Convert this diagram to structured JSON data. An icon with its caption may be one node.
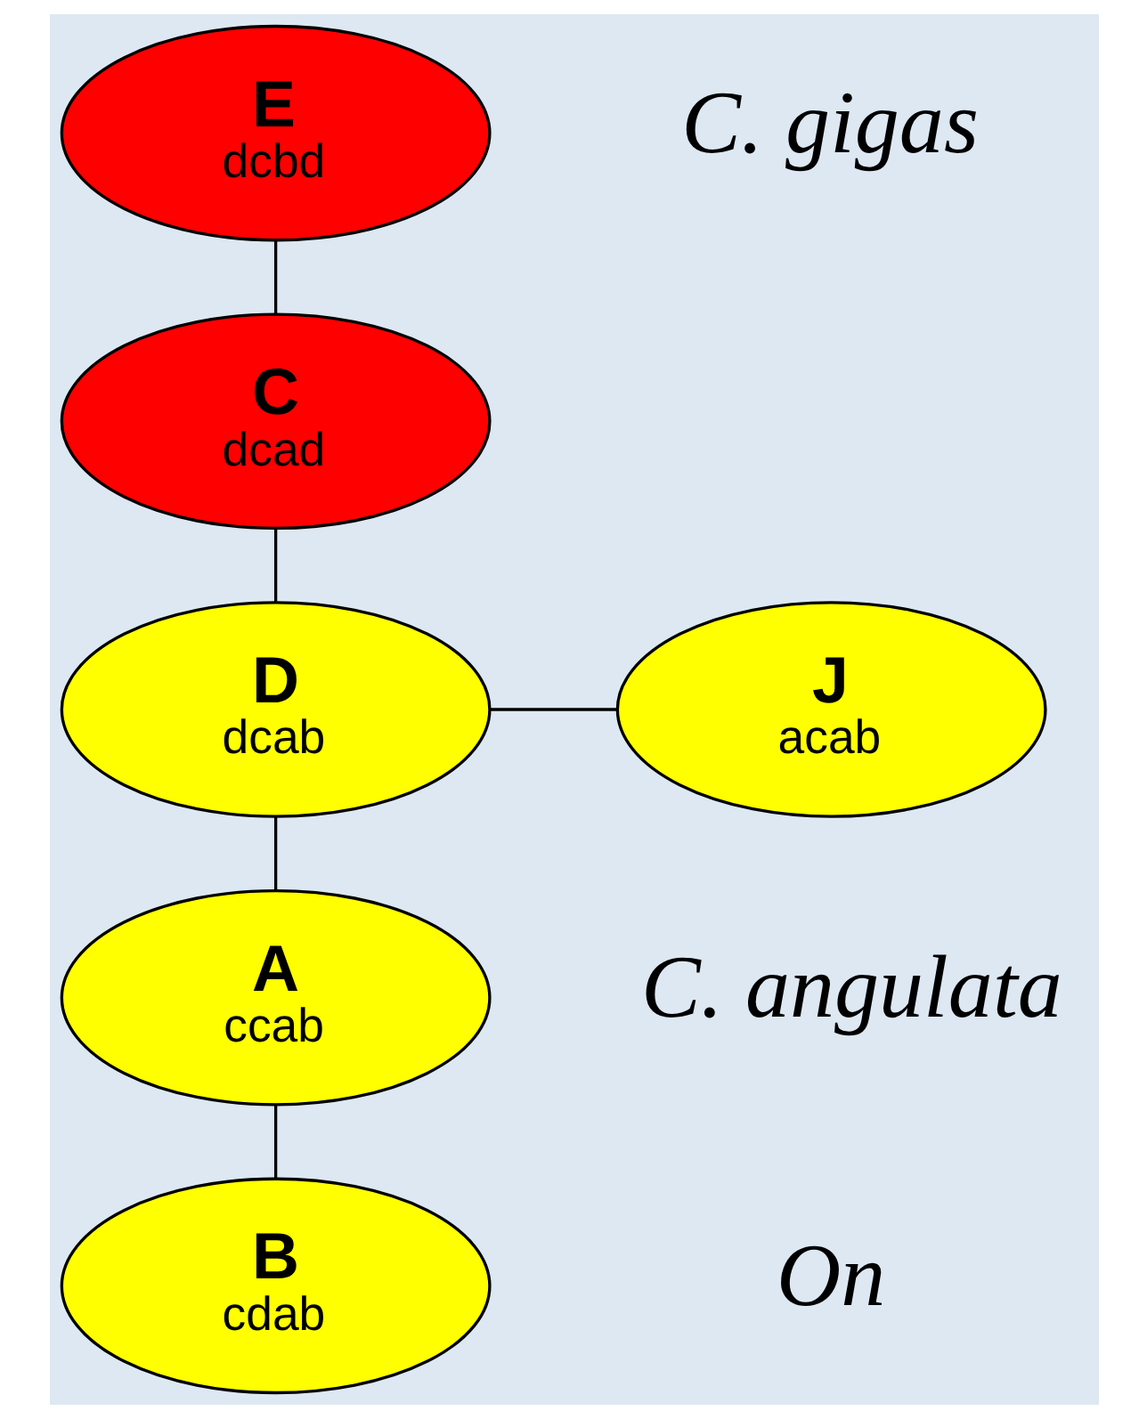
{
  "diagram": {
    "nodes": [
      {
        "text": [
          "E",
          "dcbd"
        ]
      },
      {
        "text": [
          "C",
          "dcad"
        ]
      },
      {
        "text": [
          "D",
          "dcab"
        ]
      },
      {
        "text": [
          "J",
          "acab"
        ]
      },
      {
        "text": [
          "A",
          "ccab"
        ]
      },
      {
        "text": [
          "B",
          "cdab"
        ]
      }
    ],
    "edges": [
      {
        "from": 0,
        "to": 1,
        "arrow": "none"
      },
      {
        "from": 1,
        "to": 2,
        "arrow": "none"
      },
      {
        "from": 2,
        "to": 3,
        "arrow": "none"
      },
      {
        "from": 2,
        "to": 4,
        "arrow": "none"
      },
      {
        "from": 4,
        "to": 5,
        "arrow": "none"
      }
    ],
    "labels": [
      "C. gigas",
      "C. angulata",
      "On"
    ]
  }
}
